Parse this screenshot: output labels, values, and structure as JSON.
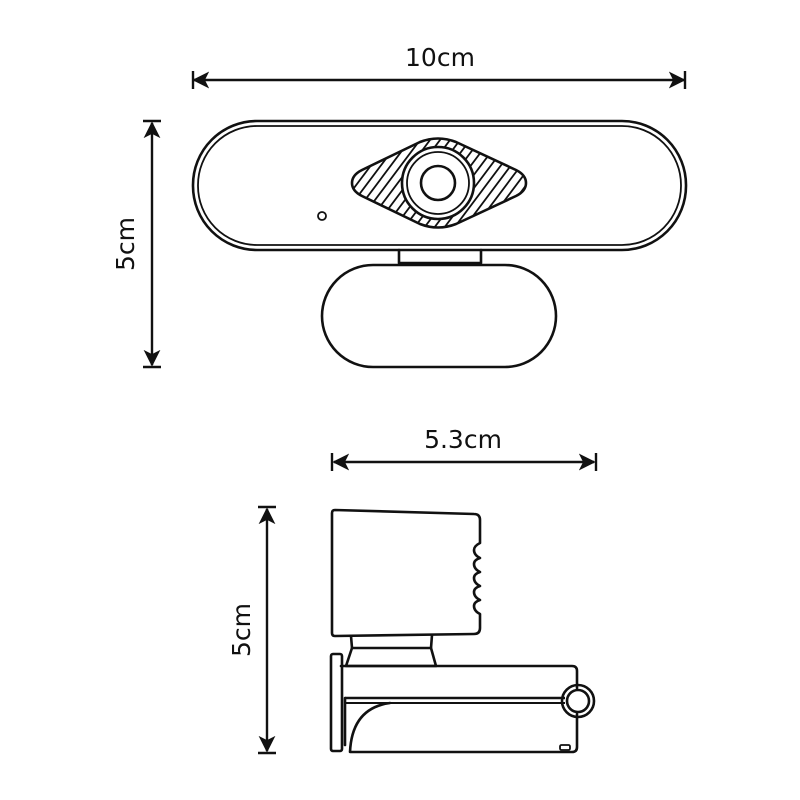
{
  "diagram": {
    "subject": "Webcam dimension drawing",
    "front_view": {
      "width_label": "10cm",
      "height_label": "5cm"
    },
    "side_view": {
      "depth_label": "5.3cm",
      "height_label": "5cm"
    },
    "colors": {
      "line": "#111111",
      "background": "#ffffff"
    }
  }
}
